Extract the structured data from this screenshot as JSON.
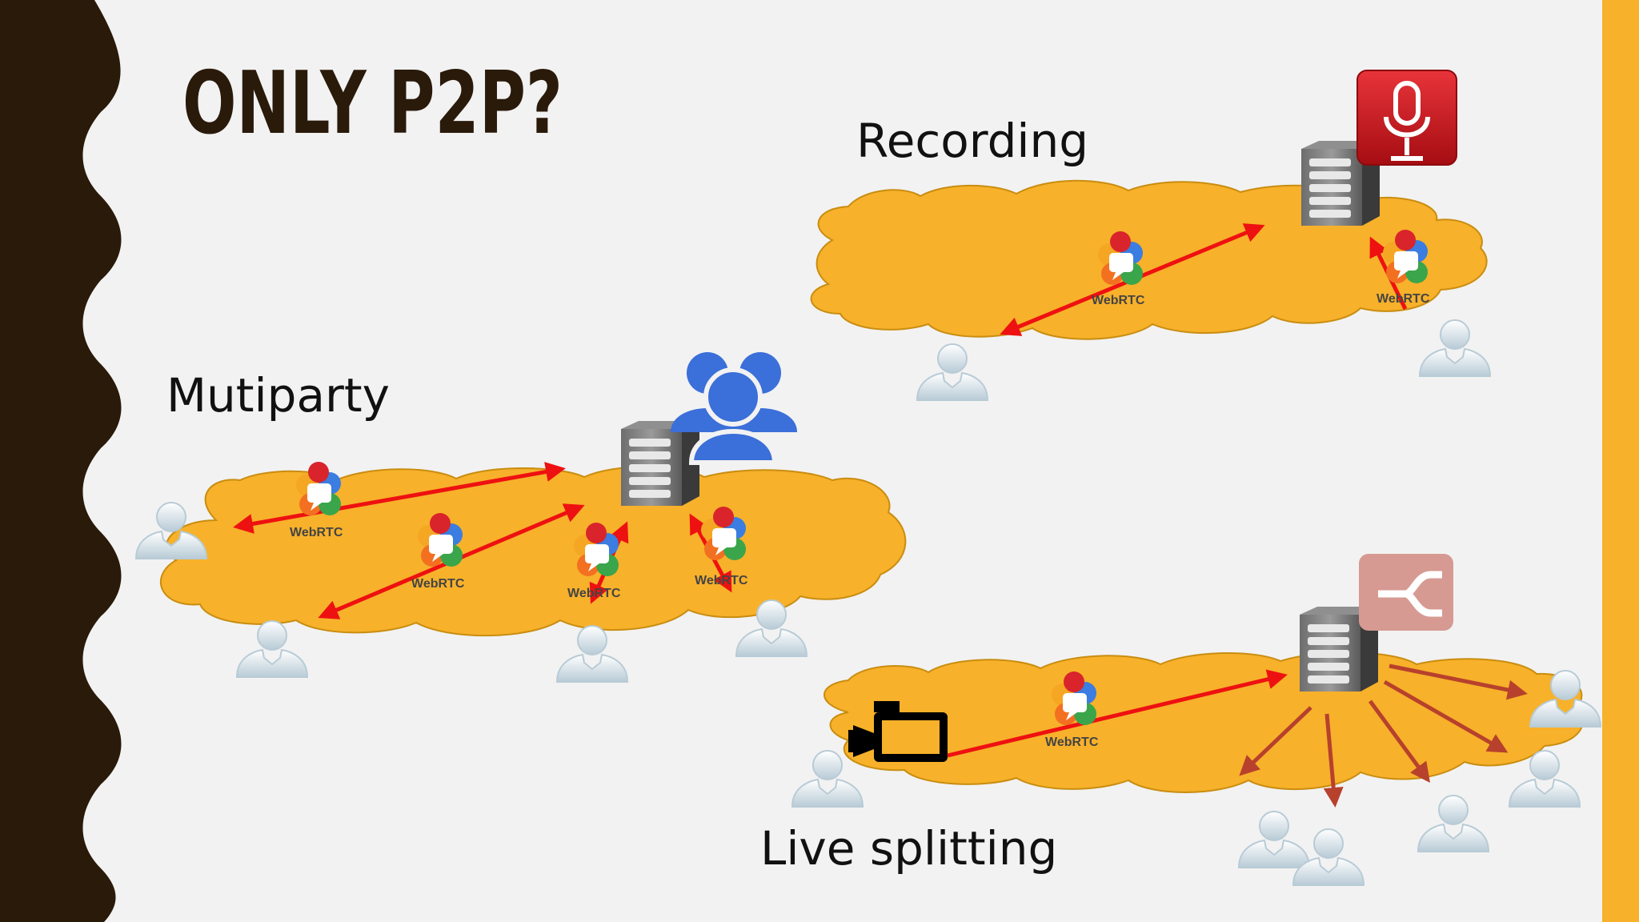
{
  "slide": {
    "title": "ONLY P2P?",
    "colors": {
      "background": "#f2f2f2",
      "left_band": "#2a1a0a",
      "right_band": "#f7b12a",
      "cloud": "#f7b12a",
      "cloud_outline": "#c98d10",
      "arrow_red": "#ee1111",
      "arrow_brown": "#b7412c",
      "group_icon": "#3b6fd9",
      "mic_badge": "#c8151b",
      "split_badge": "#d69a92",
      "person": "#cfdde6"
    }
  },
  "sections": {
    "recording": {
      "label": "Recording",
      "badge_icon": "microphone-icon"
    },
    "multiparty": {
      "label": "Mutiparty",
      "badge_icon": "group-icon"
    },
    "live_splitting": {
      "label": "Live splitting",
      "badge_icon": "split-icon",
      "source_icon": "video-camera-icon"
    }
  },
  "webrtc_label": "WebRTC"
}
